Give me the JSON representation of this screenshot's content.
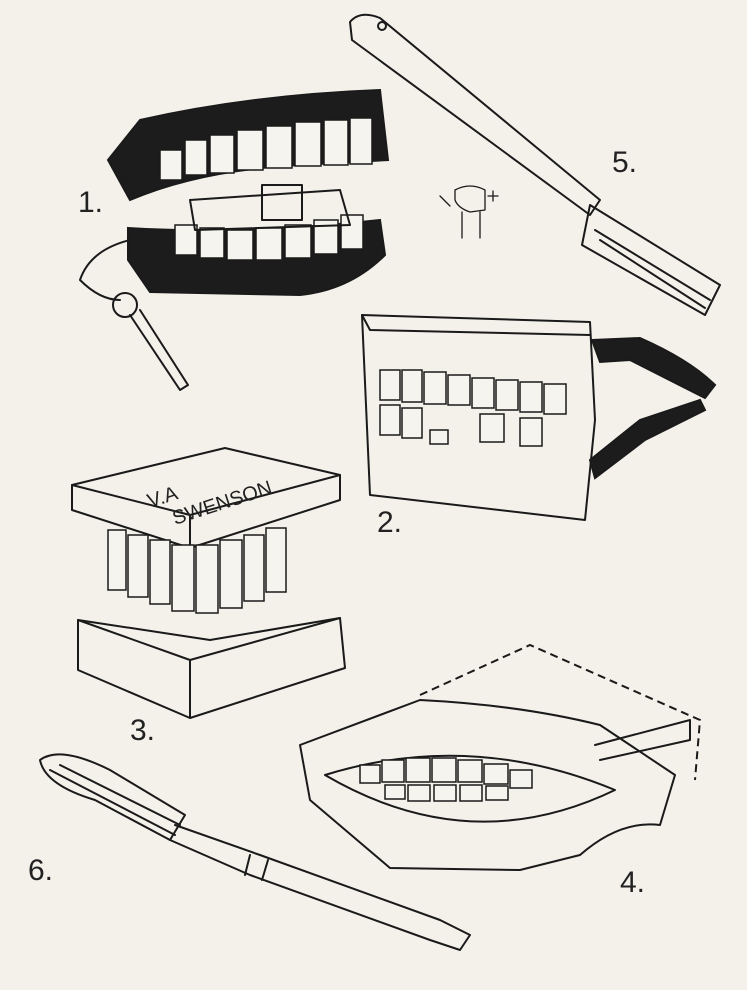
{
  "colors": {
    "paper": "#f3f1ea",
    "ink": "#1a1a1a"
  },
  "labels": [
    "1.",
    "2.",
    "3.",
    "4.",
    "5.",
    "6."
  ],
  "block_inscription": {
    "line1": "V.A",
    "line2": "SWENSON"
  }
}
